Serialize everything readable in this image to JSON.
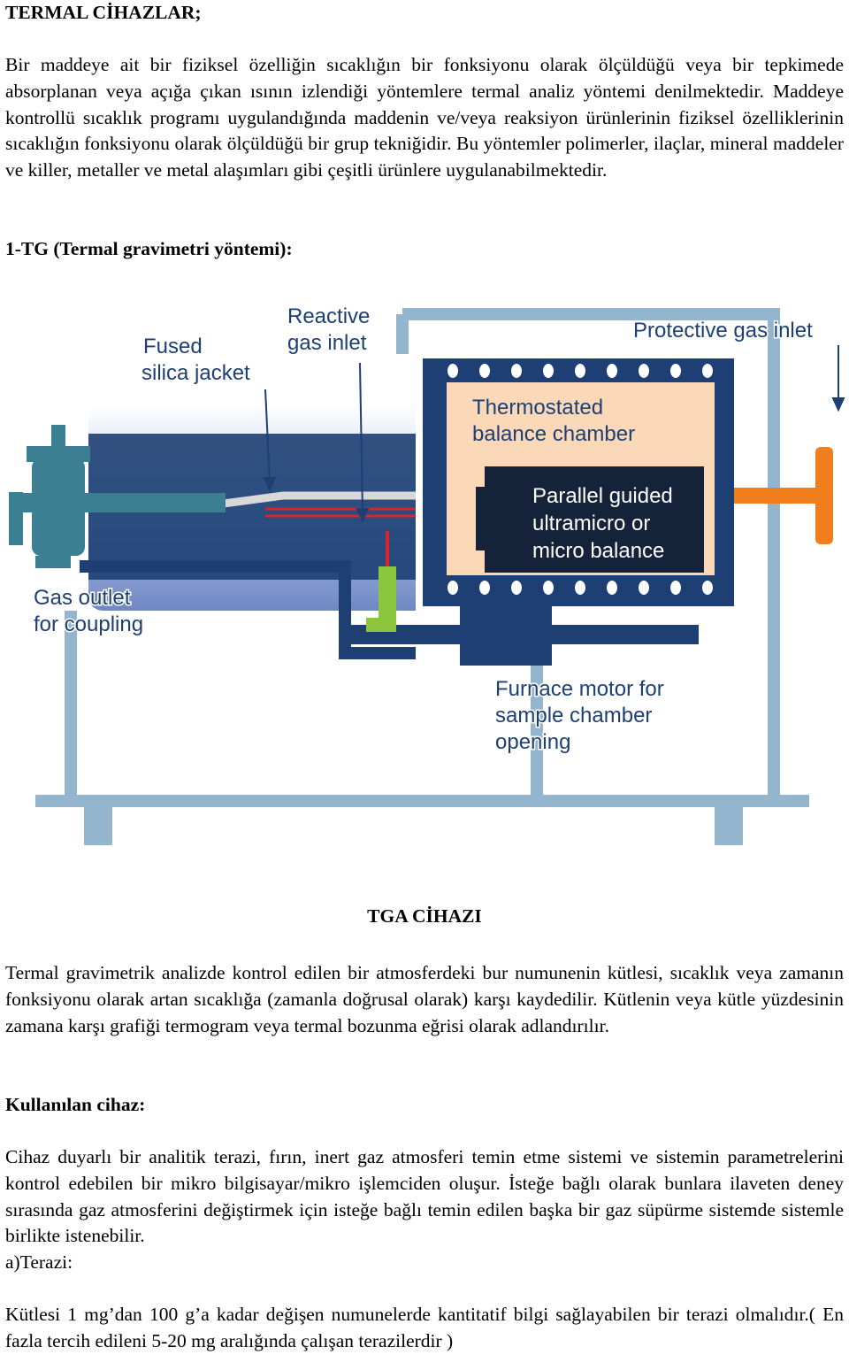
{
  "section_title": "TERMAL CİHAZLAR;",
  "intro_paragraph": "Bir maddeye ait bir fiziksel özelliğin sıcaklığın bir fonksiyonu olarak ölçüldüğü veya bir tepkimede absorplanan veya açığa çıkan ısının izlendiği yöntemlere termal analiz yöntemi denilmektedir. Maddeye kontrollü sıcaklık programı uygulandığında maddenin ve/veya reaksiyon ürünlerinin fiziksel özelliklerinin sıcaklığın fonksiyonu olarak ölçüldüğü bir grup tekniğidir. Bu yöntemler polimerler, ilaçlar, mineral maddeler ve killer, metaller ve metal alaşımları gibi çeşitli ürünlere uygulanabilmektedir.",
  "tg_heading": "1-TG (Termal gravimetri yöntemi):",
  "diagram": {
    "labels": {
      "fused_silica_1": "Fused",
      "fused_silica_2": "silica jacket",
      "reactive_gas_1": "Reactive",
      "reactive_gas_2": "gas inlet",
      "protective_gas": "Protective gas inlet",
      "thermostated_1": "Thermostated",
      "thermostated_2": "balance chamber",
      "parallel_1": "Parallel guided",
      "parallel_2": "ultramicro or",
      "parallel_3": "micro balance",
      "gas_outlet_1": "Gas outlet",
      "gas_outlet_2": "for coupling",
      "furnace_1": "Furnace motor for",
      "furnace_2": "sample chamber",
      "furnace_3": "opening"
    },
    "colors": {
      "frame": "#93b5cd",
      "outer_chamber": "#1d3f73",
      "inner_chamber": "#fbd8b8",
      "balance": "#14233a",
      "valve": "#3d7f92",
      "orange_pipe": "#f07e1c",
      "green_part": "#8cc63f",
      "red_wire": "#d9252a"
    }
  },
  "figure_caption": "TGA CİHAZI",
  "tga_paragraph": "Termal gravimetrik analizde kontrol edilen bir atmosferdeki bur numunenin kütlesi, sıcaklık veya zamanın fonksiyonu olarak artan sıcaklığa (zamanla doğrusal olarak) karşı kaydedilir. Kütlenin veya kütle yüzdesinin zamana karşı grafiği termogram veya termal bozunma eğrisi olarak adlandırılır.",
  "device_heading": "Kullanılan cihaz:",
  "device_paragraph": "Cihaz duyarlı bir analitik terazi, fırın, inert gaz atmosferi temin etme sistemi ve sistemin parametrelerini kontrol edebilen bir mikro bilgisayar/mikro işlemciden oluşur. İsteğe bağlı olarak bunlara ilaveten deney sırasında gaz atmosferini değiştirmek için isteğe bağlı temin edilen başka bir gaz süpürme sistemde sistemle birlikte istenebilir.",
  "scale_label": "a)Terazi:",
  "scale_paragraph": "Kütlesi 1 mg’dan 100 g’a kadar değişen numunelerde kantitatif bilgi sağlayabilen bir terazi olmalıdır.( En fazla tercih edileni 5-20 mg aralığında çalışan terazilerdir )"
}
